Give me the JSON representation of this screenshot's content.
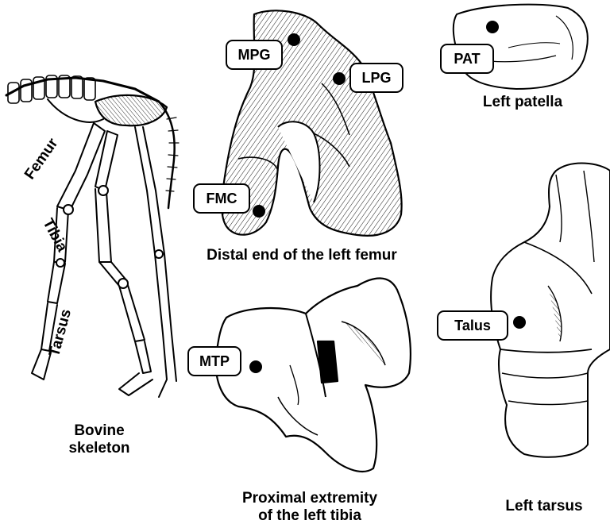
{
  "captions": {
    "skeleton": [
      "Bovine",
      "skeleton"
    ],
    "femur": "Distal end of the left femur",
    "patella": "Left patella",
    "tibia": [
      "Proximal extremity",
      "of the left tibia"
    ],
    "tarsus": "Left tarsus"
  },
  "bone_labels": {
    "femur": "Femur",
    "tibia": "Tibia",
    "tarsus": "Tarsus"
  },
  "points": {
    "mpg": "MPG",
    "lpg": "LPG",
    "fmc": "FMC",
    "pat": "PAT",
    "mtp": "MTP",
    "talus": "Talus"
  }
}
